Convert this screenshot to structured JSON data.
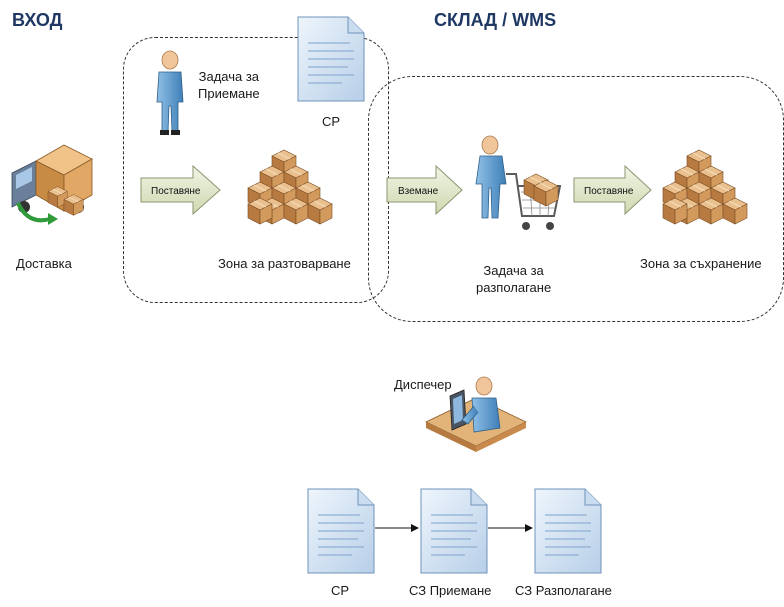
{
  "headings": {
    "inbound": "ВХОД",
    "warehouse": "СКЛАД / WMS"
  },
  "labels": {
    "delivery": "Доставка",
    "receipt_task_line1": "Задача за",
    "receipt_task_line2": "Приемане",
    "receipt_doc": "СР",
    "unloading_zone": "Зона за разтоварване",
    "putaway_task_line1": "Задача за",
    "putaway_task_line2": "разполагане",
    "storage_zone": "Зона за съхранение",
    "dispatcher": "Диспечер"
  },
  "arrows": {
    "put_1": "Поставяне",
    "take": "Вземане",
    "put_2": "Поставяне"
  },
  "documents": [
    {
      "label": "СР"
    },
    {
      "label": "СЗ Приемане"
    },
    {
      "label": "СЗ Разполагане"
    }
  ],
  "colors": {
    "heading": "#1f3864",
    "arrow_fill": "#e3e9cf",
    "box_fill": "#c98a4e",
    "doc_fill": "#dce9f7",
    "person_fill": "#6aa6d6"
  },
  "icons": [
    "truck-icon",
    "person-icon",
    "document-icon",
    "boxes-icon",
    "cart-icon",
    "dispatcher-icon"
  ]
}
